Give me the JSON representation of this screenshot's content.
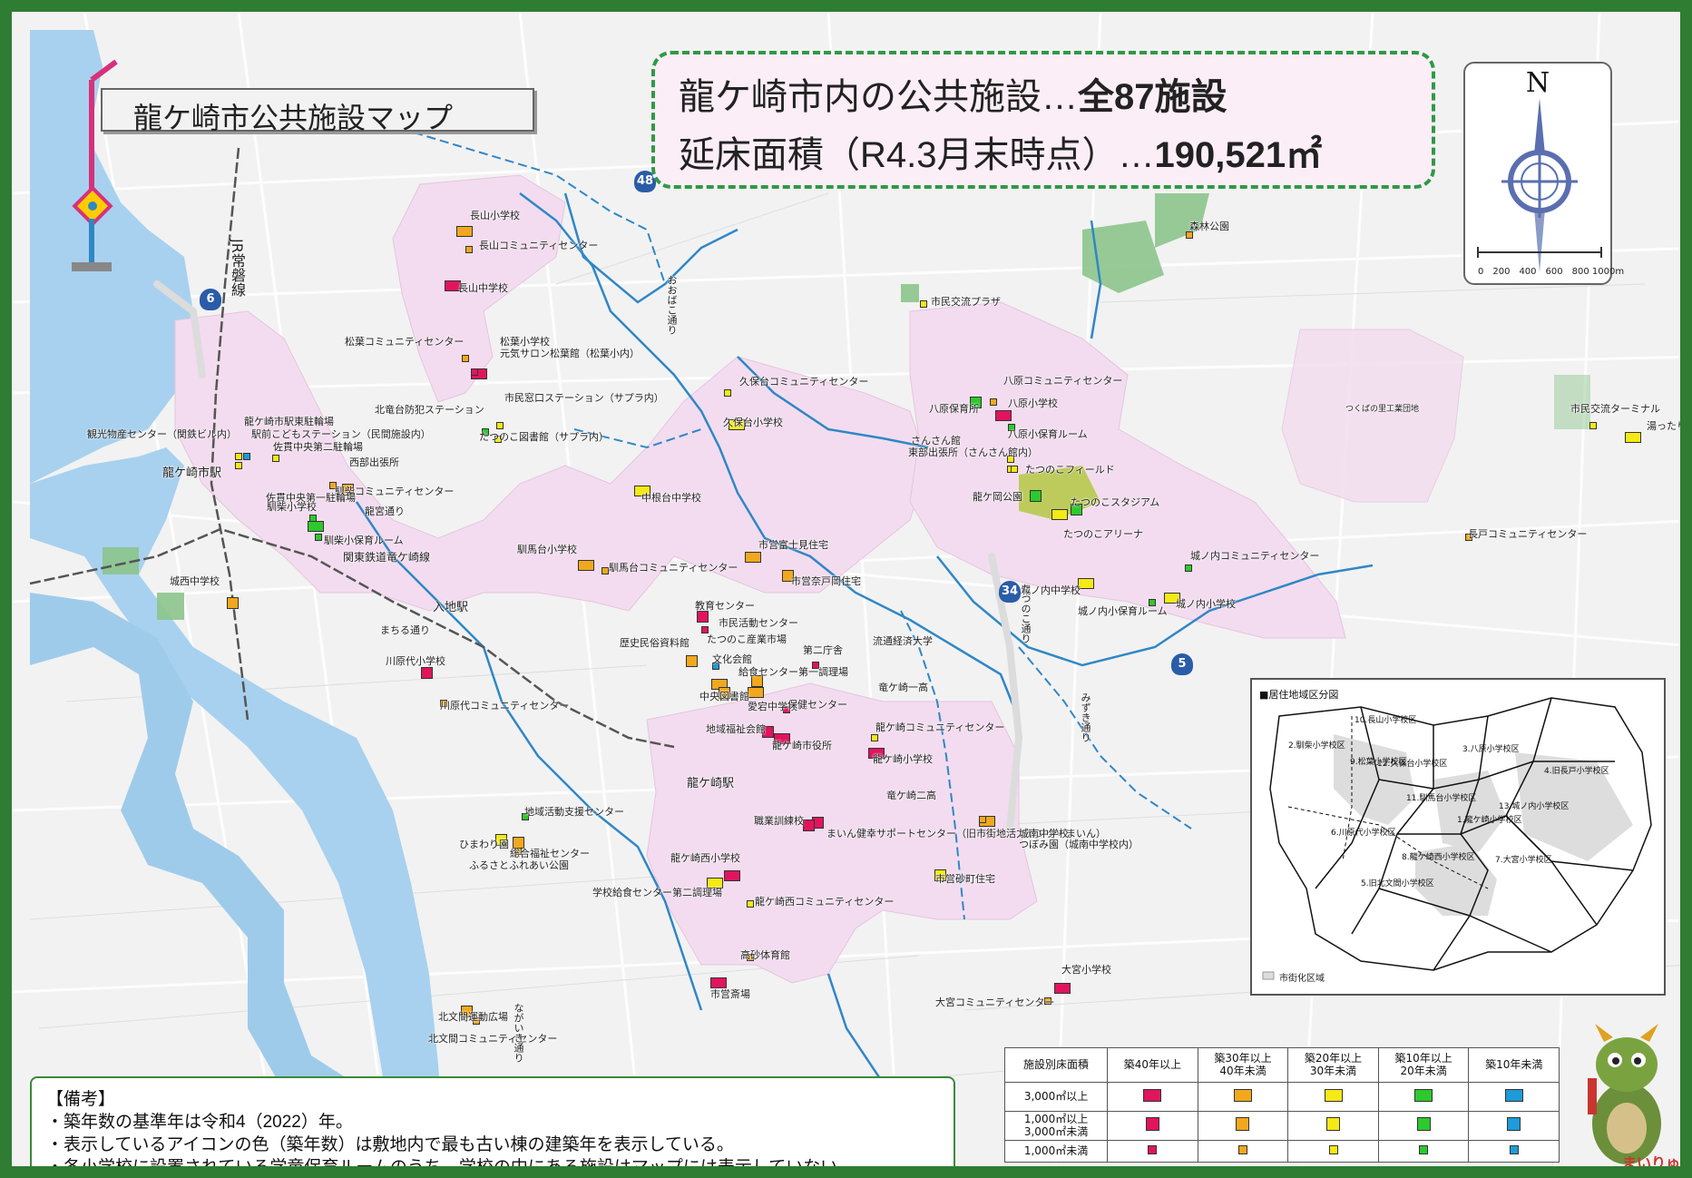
{
  "title": "龍ケ崎市公共施設マップ",
  "summary": {
    "line1_prefix": "龍ケ崎市内の公共施設…",
    "line1_bold": "全87施設",
    "line2_prefix": "延床面積（R4.3月末時点）…",
    "line2_bold": "190,521㎡"
  },
  "compass": {
    "north": "N",
    "scale": "0　200　400　600　800 1000m"
  },
  "colors": {
    "age40plus": "#e0155d",
    "age30to40": "#f2a81e",
    "age20to30": "#f5e916",
    "age10to20": "#2dc92d",
    "under10": "#1e9bd8",
    "urban_area": "#f3dcef",
    "frame": "#2e7d32",
    "river": "#2f87c6",
    "lake": "#a8d1ef"
  },
  "route_numbers": [
    "48",
    "6",
    "34",
    "5"
  ],
  "road_labels": [
    {
      "text": "JR常磐線"
    },
    {
      "text": "関東鉄道竜ケ崎線"
    },
    {
      "text": "まちる通り"
    },
    {
      "text": "龍宮通り"
    },
    {
      "text": "おおばこ通り"
    },
    {
      "text": "たつのこ通り"
    },
    {
      "text": "みずき通り"
    },
    {
      "text": "ながいき通り"
    }
  ],
  "stations": [
    "龍ケ崎市駅",
    "入地駅",
    "龍ケ崎駅"
  ],
  "facilities": [
    {
      "name": "長山小学校",
      "category": "age30to40",
      "size": "large"
    },
    {
      "name": "長山コミュニティセンター",
      "category": "age30to40",
      "size": "small"
    },
    {
      "name": "長山中学校",
      "category": "age40plus",
      "size": "large"
    },
    {
      "name": "松葉コミュニティセンター",
      "category": "age30to40",
      "size": "small"
    },
    {
      "name": "松葉小学校",
      "category": "age40plus",
      "size": "large"
    },
    {
      "name": "元気サロン松葉館（松葉小内）",
      "category": "age40plus",
      "size": "small"
    },
    {
      "name": "北竜台防犯ステーション",
      "category": "age20to30",
      "size": "small"
    },
    {
      "name": "市民窓口ステーション（サプラ内）",
      "category": "age10to20",
      "size": "small"
    },
    {
      "name": "たつのこ図書館（サプラ内）",
      "category": "age20to30",
      "size": "small"
    },
    {
      "name": "観光物産センター（関鉄ビル内）",
      "category": "age20to30",
      "size": "small"
    },
    {
      "name": "龍ケ崎市駅東駐輪場",
      "category": "under10",
      "size": "small"
    },
    {
      "name": "駅前こどもステーション（民間施設内）",
      "category": "age20to30",
      "size": "small"
    },
    {
      "name": "佐貫中央第二駐輪場",
      "category": "age20to30",
      "size": "small"
    },
    {
      "name": "西部出張所",
      "category": "age30to40",
      "size": "small"
    },
    {
      "name": "馴柴コミュニティセンター",
      "category": "age30to40",
      "size": "medium"
    },
    {
      "name": "佐貫中央第一駐輪場",
      "category": "age10to20",
      "size": "small"
    },
    {
      "name": "馴柴小学校",
      "category": "age10to20",
      "size": "large"
    },
    {
      "name": "馴柴小保育ルーム",
      "category": "age10to20",
      "size": "small"
    },
    {
      "name": "城西中学校",
      "category": "age30to40",
      "size": "medium"
    },
    {
      "name": "馴馬台小学校",
      "category": "age30to40",
      "size": "large"
    },
    {
      "name": "馴馬台コミュニティセンター",
      "category": "age30to40",
      "size": "small"
    },
    {
      "name": "久保台コミュニティセンター",
      "category": "age20to30",
      "size": "small"
    },
    {
      "name": "久保台小学校",
      "category": "age20to30",
      "size": "large"
    },
    {
      "name": "中根台中学校",
      "category": "age20to30",
      "size": "large"
    },
    {
      "name": "市営富士見住宅",
      "category": "age30to40",
      "size": "large"
    },
    {
      "name": "市営奈戸岡住宅",
      "category": "age30to40",
      "size": "medium"
    },
    {
      "name": "教育センター",
      "category": "age40plus",
      "size": "medium"
    },
    {
      "name": "市民活動センター",
      "category": "age40plus",
      "size": "small"
    },
    {
      "name": "歴史民俗資料館",
      "category": "age30to40",
      "size": "medium"
    },
    {
      "name": "たつのこ産業市場",
      "category": "under10",
      "size": "small"
    },
    {
      "name": "文化会館",
      "category": "age30to40",
      "size": "large"
    },
    {
      "name": "給食センター第一調理場",
      "category": "age30to40",
      "size": "medium"
    },
    {
      "name": "第二庁舎",
      "category": "age40plus",
      "size": "small"
    },
    {
      "name": "中央図書館",
      "category": "age30to40",
      "size": "medium"
    },
    {
      "name": "愛宕中学校",
      "category": "age30to40",
      "size": "large"
    },
    {
      "name": "保健センター",
      "category": "age40plus",
      "size": "small"
    },
    {
      "name": "地域福祉会館",
      "category": "age40plus",
      "size": "medium"
    },
    {
      "name": "龍ケ崎市役所",
      "category": "age40plus",
      "size": "large"
    },
    {
      "name": "龍ケ崎コミュニティセンター",
      "category": "age20to30",
      "size": "small"
    },
    {
      "name": "龍ケ崎小学校",
      "category": "age40plus",
      "size": "large"
    },
    {
      "name": "川原代小学校",
      "category": "age40plus",
      "size": "medium"
    },
    {
      "name": "川原代コミュニティセンター",
      "category": "age30to40",
      "size": "small"
    },
    {
      "name": "地域活動支援センター",
      "category": "age10to20",
      "size": "small"
    },
    {
      "name": "ひまわり園",
      "category": "age20to30",
      "size": "medium"
    },
    {
      "name": "総合福祉センター",
      "category": "age30to40",
      "size": "medium"
    },
    {
      "name": "ふるさとふれあい公園",
      "category": "age30to40",
      "size": "small"
    },
    {
      "name": "龍ケ崎西小学校",
      "category": "age40plus",
      "size": "large"
    },
    {
      "name": "学校給食センター第二調理場",
      "category": "age20to30",
      "size": "large"
    },
    {
      "name": "龍ケ崎西コミュニティセンター",
      "category": "age20to30",
      "size": "small"
    },
    {
      "name": "職業訓練校",
      "category": "age40plus",
      "size": "medium"
    },
    {
      "name": "まいん健幸サポートセンター（旧市街地活力センターまいん）",
      "category": "age40plus",
      "size": "medium"
    },
    {
      "name": "城南中学校",
      "category": "age30to40",
      "size": "large"
    },
    {
      "name": "つぼみ園（城南中学校内）",
      "category": "age30to40",
      "size": "small"
    },
    {
      "name": "市営砂町住宅",
      "category": "age20to30",
      "size": "medium"
    },
    {
      "name": "高砂体育館",
      "category": "age30to40",
      "size": "small"
    },
    {
      "name": "市営斎場",
      "category": "age40plus",
      "size": "large"
    },
    {
      "name": "北文間運動広場",
      "category": "age30to40",
      "size": "medium"
    },
    {
      "name": "北文間コミュニティセンター",
      "category": "age30to40",
      "size": "small"
    },
    {
      "name": "大宮小学校",
      "category": "age40plus",
      "size": "large"
    },
    {
      "name": "大宮コミュニティセンター",
      "category": "age30to40",
      "size": "small"
    },
    {
      "name": "森林公園",
      "category": "age30to40",
      "size": "small"
    },
    {
      "name": "市民交流プラザ",
      "category": "age20to30",
      "size": "small"
    },
    {
      "name": "八原コミュニティセンター",
      "category": "age30to40",
      "size": "small"
    },
    {
      "name": "八原保育所",
      "category": "age10to20",
      "size": "medium"
    },
    {
      "name": "八原小学校",
      "category": "age40plus",
      "size": "large"
    },
    {
      "name": "八原小保育ルーム",
      "category": "age10to20",
      "size": "small"
    },
    {
      "name": "さんさん館",
      "category": "age20to30",
      "size": "small"
    },
    {
      "name": "東部出張所（さんさん館内）",
      "category": "age20to30",
      "size": "small"
    },
    {
      "name": "たつのこフィールド",
      "category": "age20to30",
      "size": "small"
    },
    {
      "name": "龍ケ岡公園",
      "category": "age10to20",
      "size": "medium"
    },
    {
      "name": "たつのこスタジアム",
      "category": "age10to20",
      "size": "medium"
    },
    {
      "name": "たつのこアリーナ",
      "category": "age20to30",
      "size": "large"
    },
    {
      "name": "城ノ内コミュニティセンター",
      "category": "age10to20",
      "size": "small"
    },
    {
      "name": "城ノ内中学校",
      "category": "age20to30",
      "size": "large"
    },
    {
      "name": "城ノ内小保育ルーム",
      "category": "age10to20",
      "size": "small"
    },
    {
      "name": "城ノ内小学校",
      "category": "age20to30",
      "size": "large"
    },
    {
      "name": "長戸コミュニティセンター",
      "category": "age30to40",
      "size": "small"
    },
    {
      "name": "市民交流ターミナル",
      "category": "age20to30",
      "size": "small"
    },
    {
      "name": "湯ったり館",
      "category": "age20to30",
      "size": "large"
    }
  ],
  "landmarks": [
    "流通経済大学",
    "竜ケ崎一高",
    "竜ケ崎二高",
    "つくばの里工業団地"
  ],
  "inset": {
    "title": "■居住地域区分図",
    "districts": [
      "10.長山小学校区",
      "2.馴柴小学校区",
      "9.松葉小学校区",
      "12.久保台小学校区",
      "3.八原小学校区",
      "4.旧長戸小学校区",
      "11.馴馬台小学校区",
      "13.城ノ内小学校区",
      "6.川原代小学校区",
      "1.龍ケ崎小学校区",
      "8.龍ケ崎西小学校区",
      "7.大宮小学校区",
      "5.旧北文間小学校区"
    ],
    "legend": "市街化区域"
  },
  "legend": {
    "header": [
      "施設別床面積",
      "築40年以上",
      "築30年以上\n40年未満",
      "築20年以上\n30年未満",
      "築10年以上\n20年未満",
      "築10年未満"
    ],
    "rows": [
      "3,000㎡以上",
      "1,000㎡以上\n3,000㎡未満",
      "1,000㎡未満"
    ]
  },
  "notes": {
    "title": "【備考】",
    "items": [
      "・築年数の基準年は令和4（2022）年。",
      "・表示しているアイコンの色（築年数）は敷地内で最も古い棟の建築年を表示している。",
      "・各小学校に設置されている学童保育ルームのうち、学校の中にある施設はマップには表示していない。"
    ]
  },
  "mascot_logo": "まいりゅう"
}
